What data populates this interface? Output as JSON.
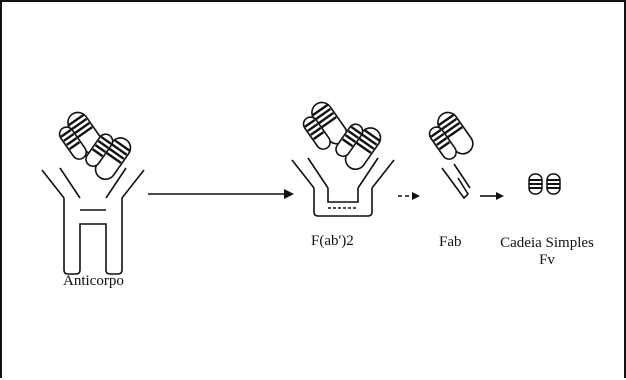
{
  "labels": {
    "antibody": "Anticorpo",
    "fab2": "F(ab')2",
    "fab": "Fab",
    "scfv_line1": "Cadeia Simples",
    "scfv_line2": "Fv"
  },
  "colors": {
    "ink": "#111111",
    "background": "#ffffff"
  }
}
